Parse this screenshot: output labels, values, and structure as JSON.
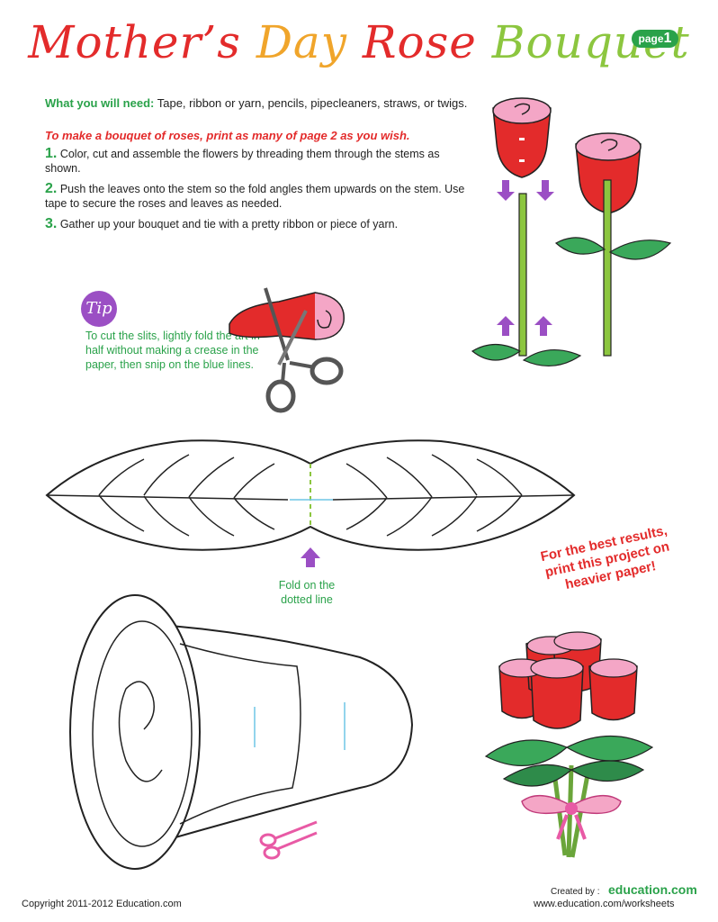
{
  "title": {
    "w1": "Mother’s",
    "w2": "Day",
    "w3": "Rose",
    "w4": "Bouquet",
    "color_red": "#e32b2b",
    "color_orange": "#f0a52b",
    "color_green": "#8cc63f"
  },
  "page_badge": {
    "label": "page",
    "number": "1"
  },
  "needs": {
    "label": "What you will need:",
    "text": "Tape, ribbon or yarn, pencils, pipecleaners, straws, or twigs."
  },
  "instructions": {
    "heading": "To make a bouquet of roses, print as many of page 2 as you wish.",
    "steps": [
      {
        "num": "1.",
        "text": "Color, cut and assemble the flowers by threading them through the stems as shown."
      },
      {
        "num": "2.",
        "text": "Push the leaves onto the stem so the fold angles them upwards on the stem. Use tape to secure the roses and leaves as needed."
      },
      {
        "num": "3.",
        "text": "Gather up your bouquet and tie with a pretty ribbon or piece of yarn."
      }
    ]
  },
  "tip": {
    "badge": "Tip",
    "text": "To cut the slits, lightly fold the art in half without making a crease in the paper, then snip on the blue lines."
  },
  "fold_label": "Fold on the dotted line",
  "best_results": "For the best results, print this project on heavier paper!",
  "footer": {
    "copyright": "Copyright 2011-2012 Education.com",
    "created_by": "Created by :",
    "brand": "education.com",
    "url": "www.education.com/worksheets"
  }
}
